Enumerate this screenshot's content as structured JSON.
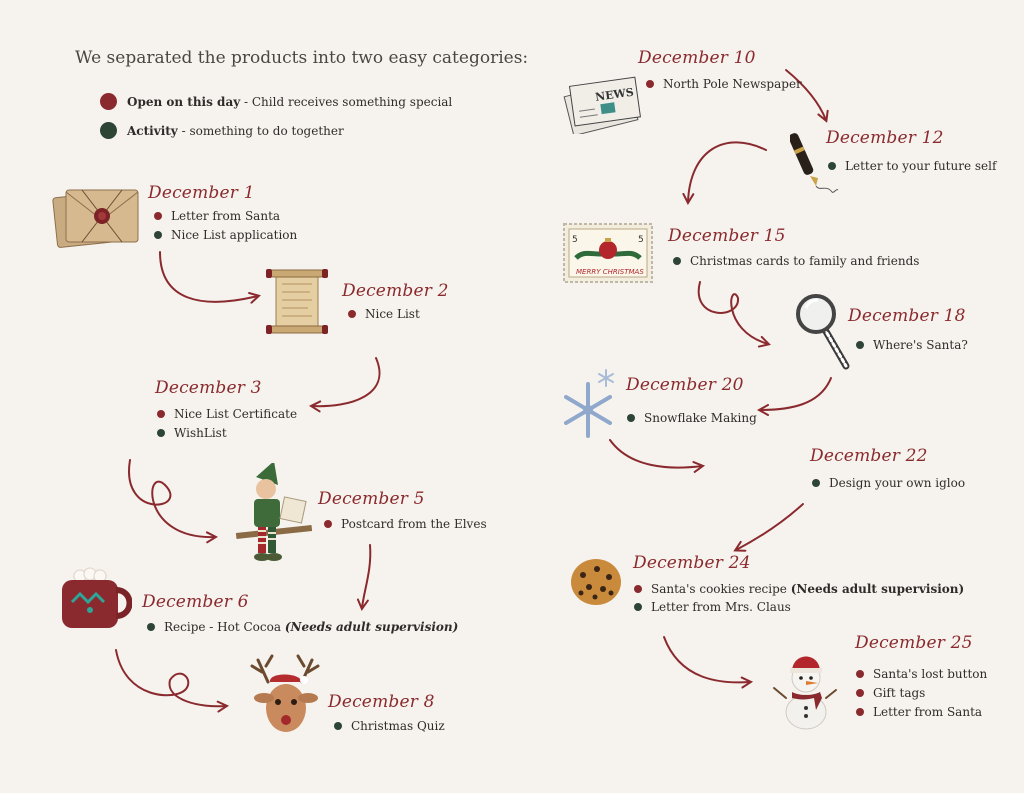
{
  "intro": "We separated the products into two easy categories:",
  "legend": {
    "open": {
      "label": "Open on this day",
      "desc": " - Child receives something special",
      "color": "#8a2a2e"
    },
    "activity": {
      "label": "Activity",
      "desc": " - something to do together",
      "color": "#2e4536"
    }
  },
  "days": {
    "d1": {
      "title": "December 1",
      "items": [
        "Letter from Santa",
        "Nice List application"
      ]
    },
    "d2": {
      "title": "December 2",
      "items": [
        "Nice List"
      ]
    },
    "d3": {
      "title": "December 3",
      "items": [
        "Nice List Certificate",
        "WishList"
      ]
    },
    "d5": {
      "title": "December 5",
      "items": [
        "Postcard from the Elves"
      ]
    },
    "d6": {
      "title": "December 6",
      "items": [
        "Recipe - Hot Cocoa "
      ],
      "note": "(Needs adult supervision)"
    },
    "d8": {
      "title": "December 8",
      "items": [
        "Christmas Quiz"
      ]
    },
    "d10": {
      "title": "December 10",
      "items": [
        "North Pole Newspaper"
      ]
    },
    "d12": {
      "title": "December 12",
      "items": [
        "Letter to your future self"
      ]
    },
    "d15": {
      "title": "December 15",
      "items": [
        "Christmas cards to family and friends"
      ]
    },
    "d18": {
      "title": "December 18",
      "items": [
        "Where's Santa?"
      ]
    },
    "d20": {
      "title": "December 20",
      "items": [
        "Snowflake Making"
      ]
    },
    "d22": {
      "title": "December 22",
      "items": [
        "Design your own igloo"
      ]
    },
    "d24": {
      "title": "December 24",
      "items": [
        "Santa's cookies recipe ",
        "Letter from Mrs. Claus"
      ],
      "note": "(Needs adult supervision)"
    },
    "d25": {
      "title": "December 25",
      "items": [
        "Santa's lost button",
        "Gift tags",
        "Letter from Santa"
      ]
    }
  },
  "illustrations": {
    "newspaper_text": "NEWS",
    "stamp_value": "5",
    "stamp_text": "MERRY CHRISTMAS"
  }
}
